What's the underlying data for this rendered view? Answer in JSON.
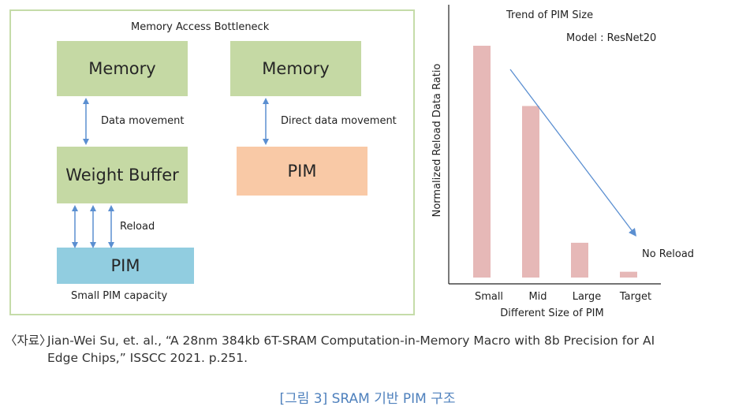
{
  "left_diagram": {
    "title": "Memory Access Bottleneck",
    "left_memory": "Memory",
    "left_edge_label": "Data movement",
    "weight_buffer": "Weight Buffer",
    "reload_label": "Reload",
    "left_pim": "PIM",
    "left_footer": "Small PIM capacity",
    "right_memory": "Memory",
    "right_edge_label": "Direct data movement",
    "right_pim": "PIM"
  },
  "chart_data": {
    "type": "bar",
    "title": "Trend of PIM Size",
    "subtitle": "Model : ResNet20",
    "xlabel": "Different Size of PIM",
    "ylabel": "Normalized Reload Data Ratio",
    "categories": [
      "Small",
      "Mid",
      "Large",
      "Target"
    ],
    "values": [
      1.0,
      0.74,
      0.15,
      0.025
    ],
    "ylim": [
      0,
      1.1
    ],
    "bar_color": "#e6b8b7",
    "trend_color": "#5b8fd1",
    "annotation": "No Reload",
    "grid": false
  },
  "caption": {
    "source_prefix": "〈자료〉",
    "source_text_line1": "Jian-Wei Su, et. al., “A 28nm 384kb 6T-SRAM Computation-in-Memory Macro with 8b Precision for AI",
    "source_text_line2": "Edge Chips,” ISSCC 2021. p.251.",
    "figure_title": "[그림 3] SRAM 기반 PIM 구조"
  }
}
